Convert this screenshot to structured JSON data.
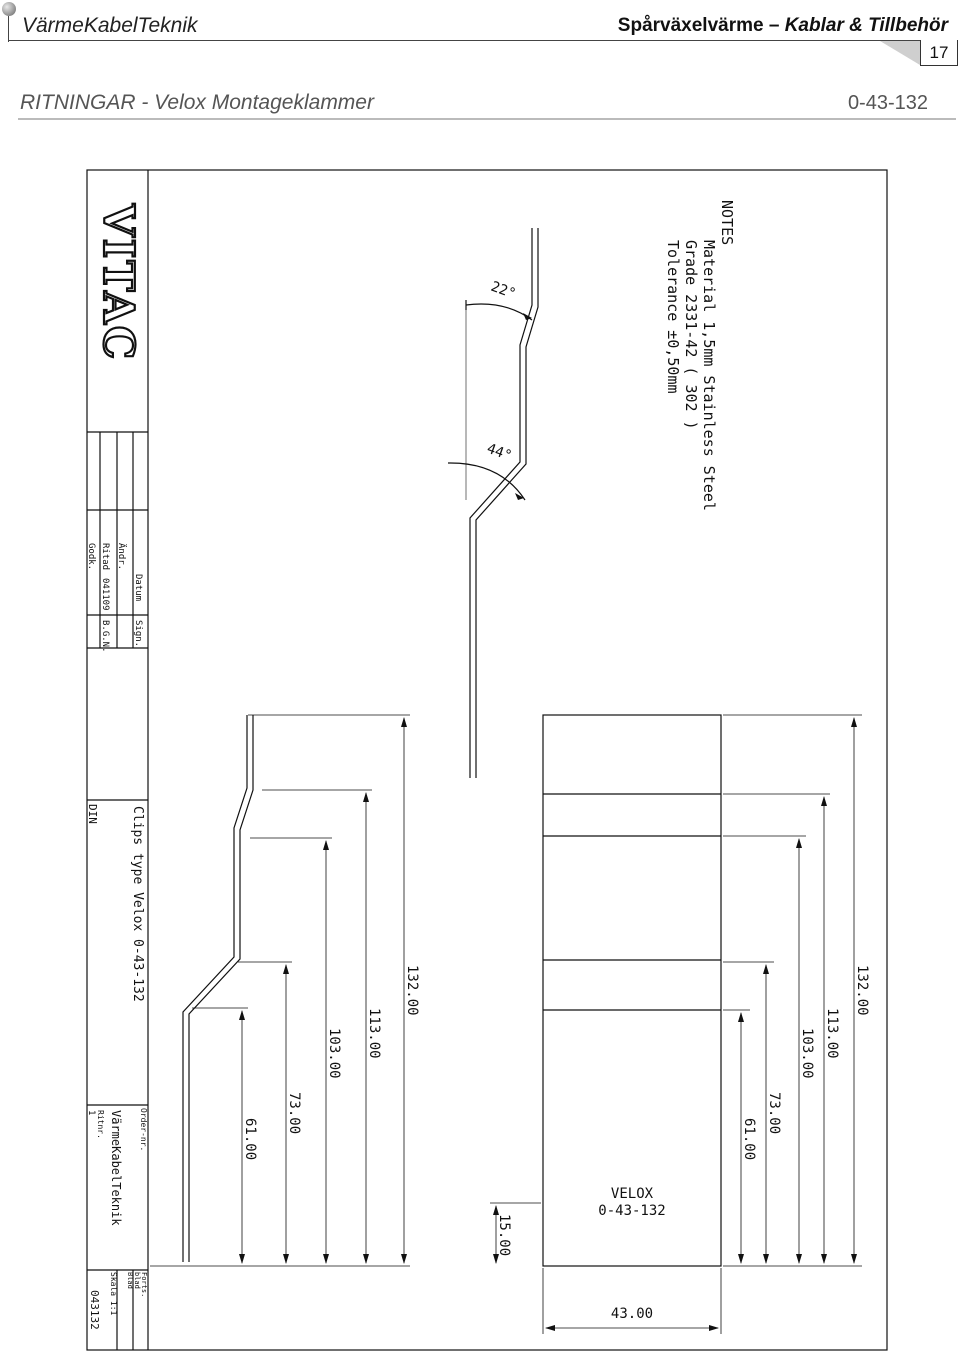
{
  "header": {
    "brand": "VärmeKabelTeknik",
    "title_main": "Spårväxelvärme – ",
    "title_italic": "Kablar & Tillbehör",
    "page_number": "17",
    "subtitle": "RITNINGAR - Velox Montageklammer",
    "doc_number": "0-43-132"
  },
  "drawing": {
    "logo": "VITAC",
    "notes": {
      "title": "NOTES",
      "line1": "Material 1,5mm Stainless Steel",
      "line2": "Grade 2331-42 ( 302 )",
      "line3": "Tolerance ±0,50mm"
    },
    "angles": {
      "upper": "22°",
      "lower": "44°"
    },
    "title_block": {
      "andr": "Ändr.",
      "datum": "Datum",
      "sign": "Sign.",
      "ritad": "Ritad",
      "date": "041109",
      "initials": "B.G.N.",
      "godk": "Godk.",
      "din": "DIN",
      "description": "Clips type Velox 0-43-132",
      "order_label": "Order-nr.",
      "company": "VärmeKabelTeknik",
      "ritnr_label": "Ritnr.",
      "ritnr": "1",
      "forts": "Forts.",
      "blad1": "blad",
      "blad2": "Blad",
      "skala": "Skala 1:1",
      "drawing_no": "043132"
    },
    "side_dims": [
      "61.00",
      "73.00",
      "103.00",
      "113.00",
      "132.00"
    ],
    "front_dims": [
      "61.00",
      "73.00",
      "103.00",
      "113.00",
      "132.00"
    ],
    "part_label_1": "VELOX",
    "part_label_2": "0-43-132",
    "width_dim": "43.00",
    "offset_dim": "15.00"
  }
}
